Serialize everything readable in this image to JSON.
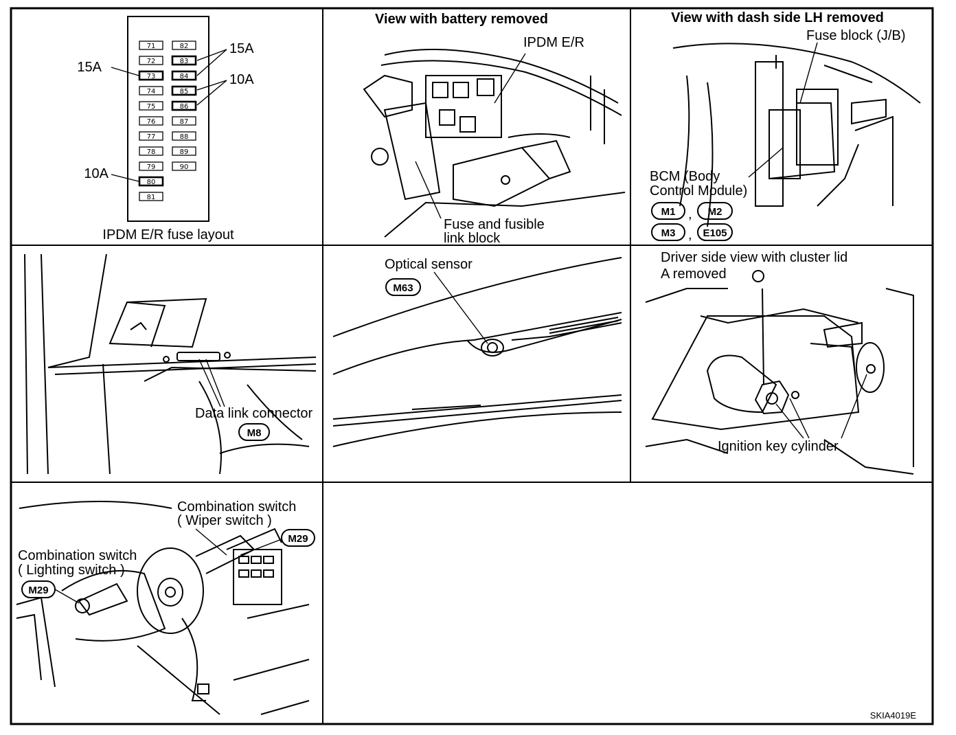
{
  "fuse_layout": {
    "caption": "IPDM E/R fuse layout",
    "left_column": [
      "71",
      "72",
      "73",
      "74",
      "75",
      "76",
      "77",
      "78",
      "79",
      "80",
      "81"
    ],
    "right_column": [
      "82",
      "83",
      "84",
      "85",
      "86",
      "87",
      "88",
      "89",
      "90"
    ],
    "callouts": {
      "f73": "15A",
      "f83_84": "15A",
      "f85_86": "10A",
      "f80": "10A"
    }
  },
  "battery_view": {
    "title": "View with battery removed",
    "ipdm_label": "IPDM E/R",
    "fuse_block_label_1": "Fuse and fusible",
    "fuse_block_label_2": "link block"
  },
  "dash_view": {
    "title": "View with dash side LH removed",
    "fuse_block_label": "Fuse block (J/B)",
    "bcm_label_1": "BCM (Body",
    "bcm_label_2": "Control Module)",
    "connectors": [
      "M1",
      "M2",
      "M3",
      "E105"
    ],
    "separator": ","
  },
  "dlc_view": {
    "label": "Data link connector",
    "connector": "M8"
  },
  "optical_view": {
    "label": "Optical sensor",
    "connector": "M63"
  },
  "ignition_view": {
    "title_1": "Driver side view with cluster lid",
    "title_2": "A removed",
    "label": "Ignition key cylinder"
  },
  "combo_view": {
    "wiper_label_1": "Combination switch",
    "wiper_label_2": "( Wiper switch )",
    "wiper_connector": "M29",
    "lighting_label_1": "Combination switch",
    "lighting_label_2": "( Lighting switch )",
    "lighting_connector": "M29"
  },
  "figure_code": "SKIA4019E"
}
